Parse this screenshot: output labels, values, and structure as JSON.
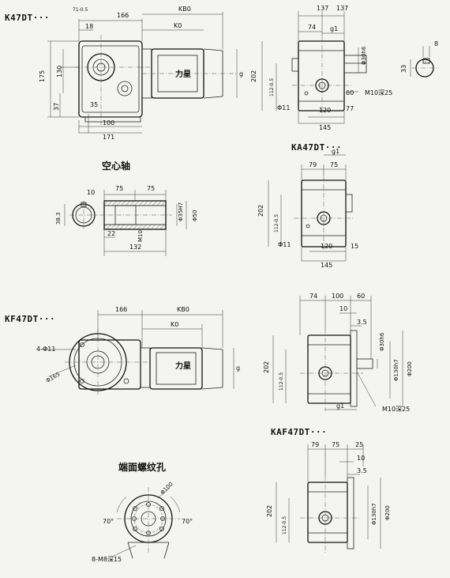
{
  "titles": {
    "k47dt": "K47DT···",
    "ka47dt": "KA47DT···",
    "kf47dt": "KF47DT···",
    "kaf47dt": "KAF47DT···",
    "hollow_shaft": "空心轴",
    "flange_holes": "端面螺纹孔"
  },
  "logo_text": "力星",
  "dims": {
    "k_top_left": [
      "166",
      "KB0",
      "K0",
      "18",
      "71-0.5"
    ],
    "k_left": [
      "175",
      "130",
      "37",
      "35"
    ],
    "k_bottom": [
      "100",
      "171"
    ],
    "k_g": "g",
    "k_side_top": [
      "137",
      "137",
      "74",
      "g1"
    ],
    "k_side_right": [
      "Φ30h6",
      "60",
      "M10深25"
    ],
    "k_side_bottom": [
      "Φ11",
      "120",
      "77",
      "145"
    ],
    "k_side_left": [
      "202",
      "112-0.5"
    ],
    "key_dims": [
      "8",
      "33"
    ],
    "ka_top": [
      "79",
      "75",
      "g1"
    ],
    "ka_left": [
      "202",
      "112-0.5"
    ],
    "ka_bottom": [
      "Φ11",
      "120",
      "15",
      "145"
    ],
    "hs_top": [
      "75",
      "75",
      "10"
    ],
    "hs_side": [
      "38.3",
      "Φ35H7",
      "Φ50"
    ],
    "hs_bottom": [
      "22",
      "M10",
      "132"
    ],
    "kf_top": [
      "166",
      "KB0",
      "K0"
    ],
    "kf_left": [
      "4-Φ11",
      "Φ165"
    ],
    "kf_g": "g",
    "kfs_top": [
      "74",
      "100",
      "60",
      "10",
      "3.5"
    ],
    "kfs_right": [
      "Φ30h6",
      "Φ130h7",
      "Φ200"
    ],
    "kfs_left": [
      "202",
      "112-0.5"
    ],
    "kfs_bottom": [
      "g1",
      "M10深25"
    ],
    "kaf_top": [
      "79",
      "75",
      "25",
      "10",
      "3.5"
    ],
    "kaf_right": [
      "Φ130h7",
      "Φ200"
    ],
    "kaf_left": [
      "202",
      "112-0.5"
    ],
    "fh_labels": [
      "Φ100",
      "70°",
      "70°",
      "8-M8深15"
    ]
  }
}
